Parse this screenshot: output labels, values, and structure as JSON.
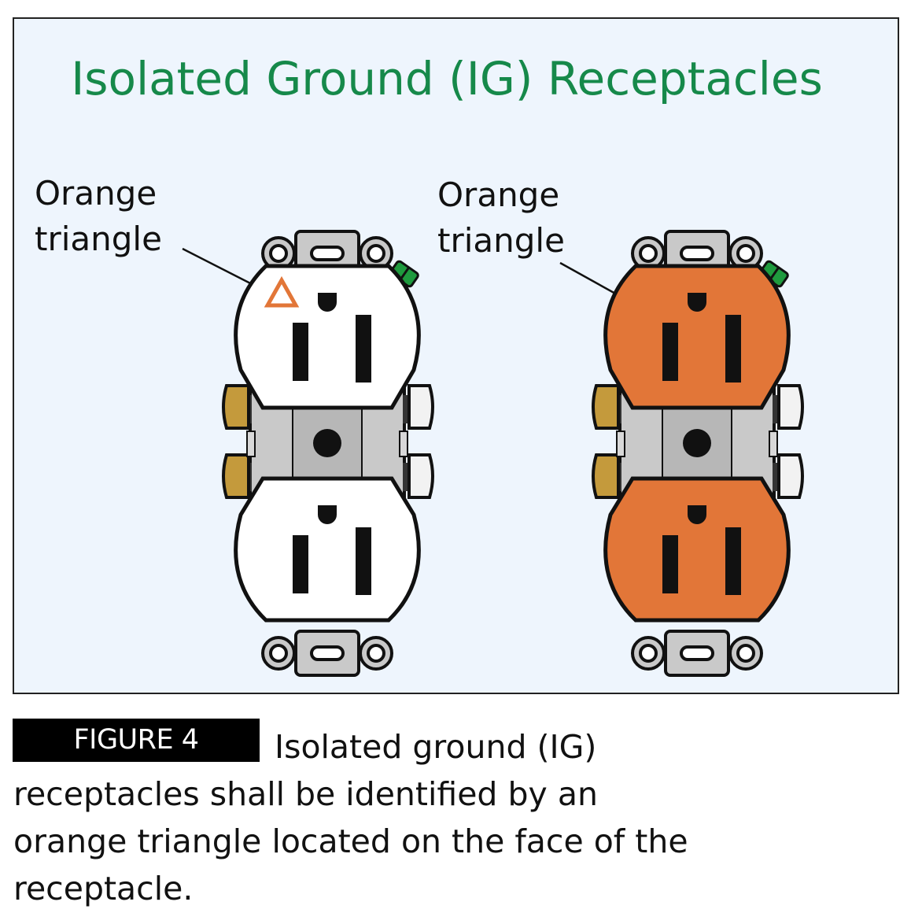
{
  "title": "Isolated Ground (IG) Receptacles",
  "labels": {
    "left": {
      "line1": "Orange",
      "line2": "triangle"
    },
    "right": {
      "line1": "Orange",
      "line2": "triangle"
    }
  },
  "receptacles": [
    {
      "id": "left",
      "face_color": "#e27638",
      "triangle_color": "#111111"
    },
    {
      "id": "right",
      "face_color": "#ffffff",
      "triangle_color": "#e27638"
    }
  ],
  "colors": {
    "title": "#16894a",
    "outline": "#111111",
    "metal": "#c9c9c9",
    "brass_terminal": "#c49a3c",
    "silver_terminal": "#f2f2f2",
    "ground_screw": "#1f9a3e",
    "panel_bg": "#eef5fd"
  },
  "caption": {
    "figure_label": "FIGURE 4",
    "line1": "Isolated ground (IG)",
    "line2": "receptacles shall be identified by an",
    "line3": "orange triangle located on the face of the",
    "line4": "receptacle."
  }
}
